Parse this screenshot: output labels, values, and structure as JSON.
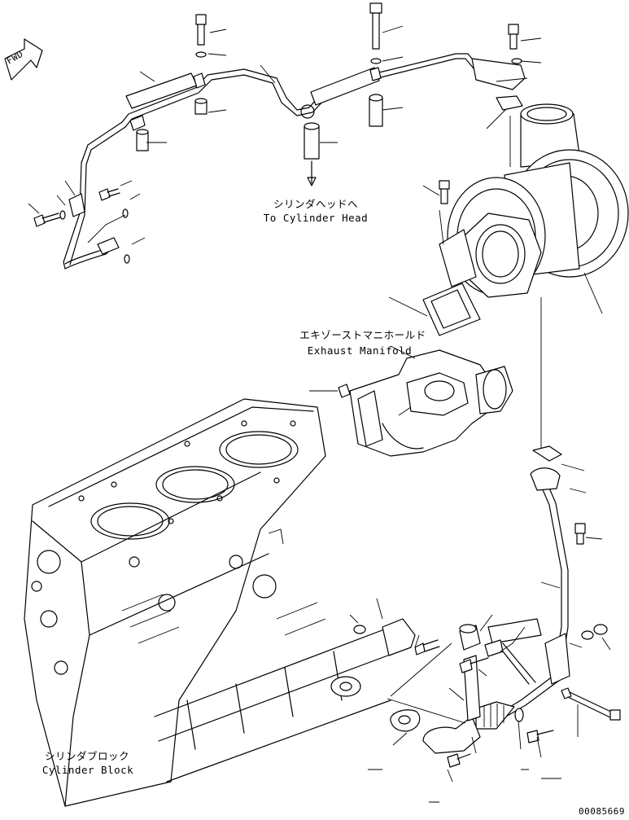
{
  "labels": {
    "fwd": "FWD",
    "to_head_jp": "シリンダヘッドへ",
    "to_head_en": "To Cylinder Head",
    "exhaust_jp": "エキゾーストマニホールド",
    "exhaust_en": "Exhaust Manifold",
    "block_jp": "シリンダブロック",
    "block_en": "Cylinder Block",
    "drawing_number": "00085669"
  },
  "icons": {
    "forward_arrow": "fwd-arrow-icon"
  }
}
